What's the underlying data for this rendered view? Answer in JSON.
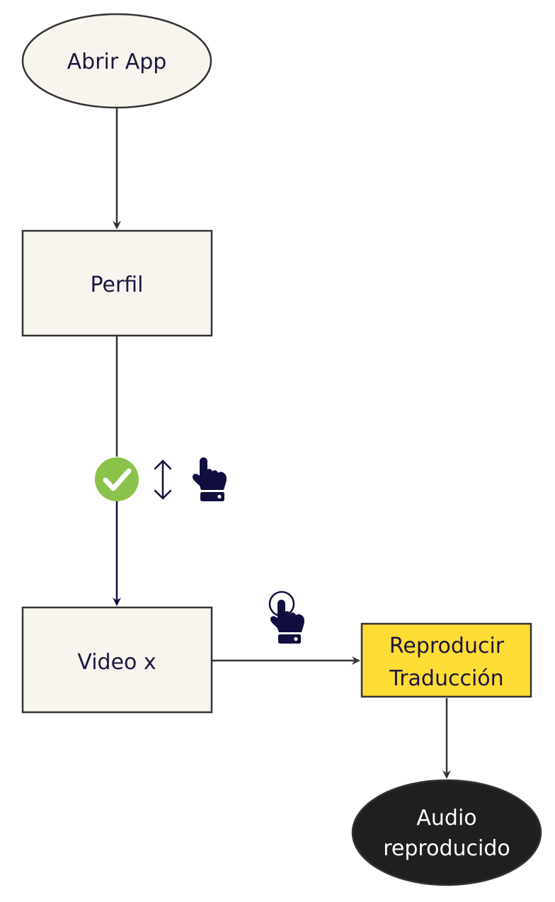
{
  "nodes": {
    "start": {
      "label": "Abrir App"
    },
    "profile": {
      "label": "Perfil"
    },
    "video": {
      "label": "Video x"
    },
    "play_translation": {
      "line1": "Reproducir",
      "line2": "Traducción"
    },
    "audio_end": {
      "line1": "Audio",
      "line2": "reproducido"
    }
  },
  "icons": {
    "check": "check-circle-icon",
    "scroll": "vertical-scroll-arrow-icon",
    "tap": "hand-pointer-icon",
    "press": "hand-pointer-tap-icon"
  },
  "colors": {
    "node_fill": "#f8f5ee",
    "node_stroke": "#333333",
    "text": "#1c1640",
    "highlight": "#fddc35",
    "terminal": "#1f1f1f",
    "check": "#8bc34a",
    "icon": "#100e3e",
    "edge": "#333333",
    "edge_dark": "#100e3e"
  }
}
